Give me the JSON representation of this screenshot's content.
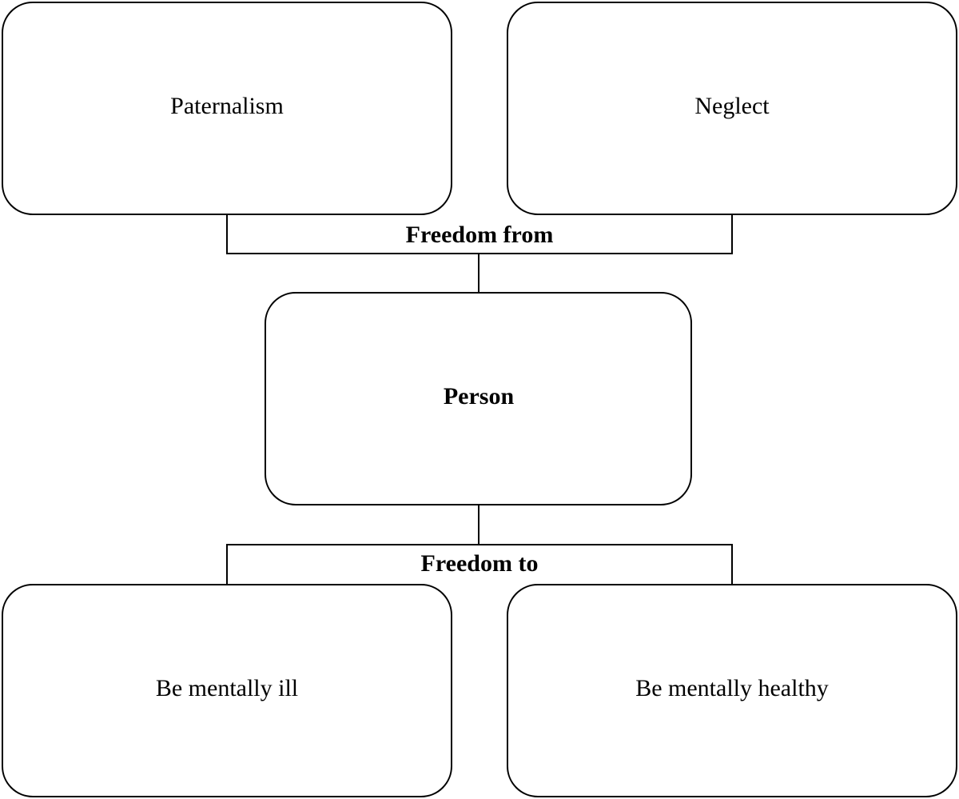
{
  "boxes": {
    "paternalism": "Paternalism",
    "neglect": "Neglect",
    "person": "Person",
    "be_mentally_ill": "Be mentally ill",
    "be_mentally_healthy": "Be mentally healthy"
  },
  "connectors": {
    "freedom_from": "Freedom from",
    "freedom_to": "Freedom to"
  }
}
